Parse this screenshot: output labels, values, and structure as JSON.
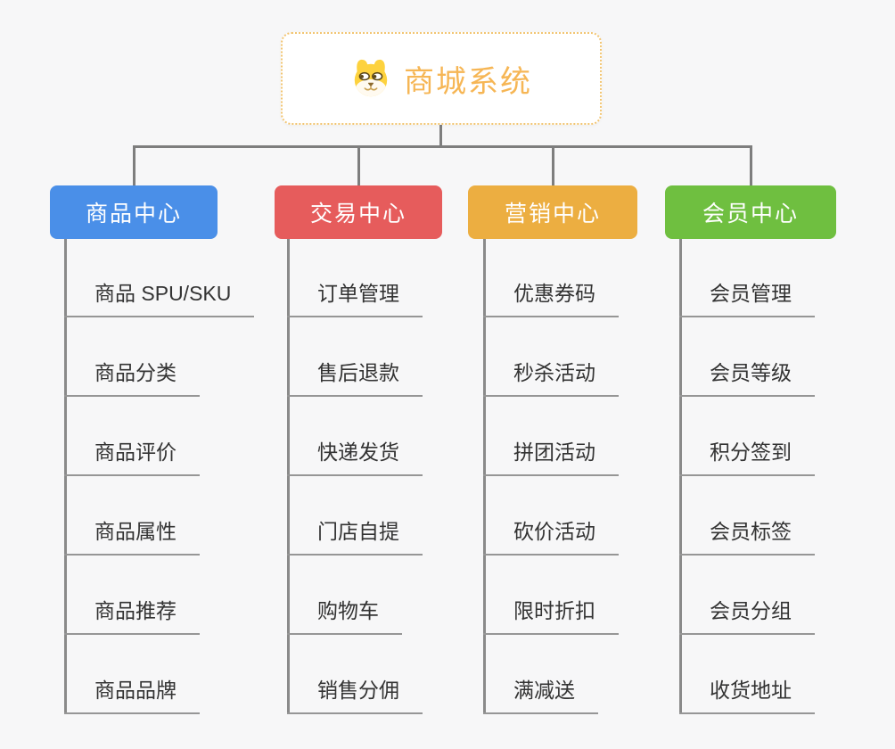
{
  "root": {
    "title": "商城系统",
    "icon": "dog-face-icon"
  },
  "branches": [
    {
      "label": "商品中心",
      "color": "#4a8fe8",
      "items": [
        "商品 SPU/SKU",
        "商品分类",
        "商品评价",
        "商品属性",
        "商品推荐",
        "商品品牌"
      ]
    },
    {
      "label": "交易中心",
      "color": "#e65c5c",
      "items": [
        "订单管理",
        "售后退款",
        "快递发货",
        "门店自提",
        "购物车",
        "销售分佣"
      ]
    },
    {
      "label": "营销中心",
      "color": "#ecae41",
      "items": [
        "优惠券码",
        "秒杀活动",
        "拼团活动",
        "砍价活动",
        "限时折扣",
        "满减送"
      ]
    },
    {
      "label": "会员中心",
      "color": "#6fbf40",
      "items": [
        "会员管理",
        "会员等级",
        "积分签到",
        "会员标签",
        "会员分组",
        "收货地址"
      ]
    }
  ],
  "colors": {
    "root_title": "#f6b655",
    "root_border": "#f2c572",
    "icon_yellow": "#fdd23e",
    "connector": "#7e7e7e",
    "underline": "#969696",
    "canvas_background": "#f7f7f8"
  }
}
